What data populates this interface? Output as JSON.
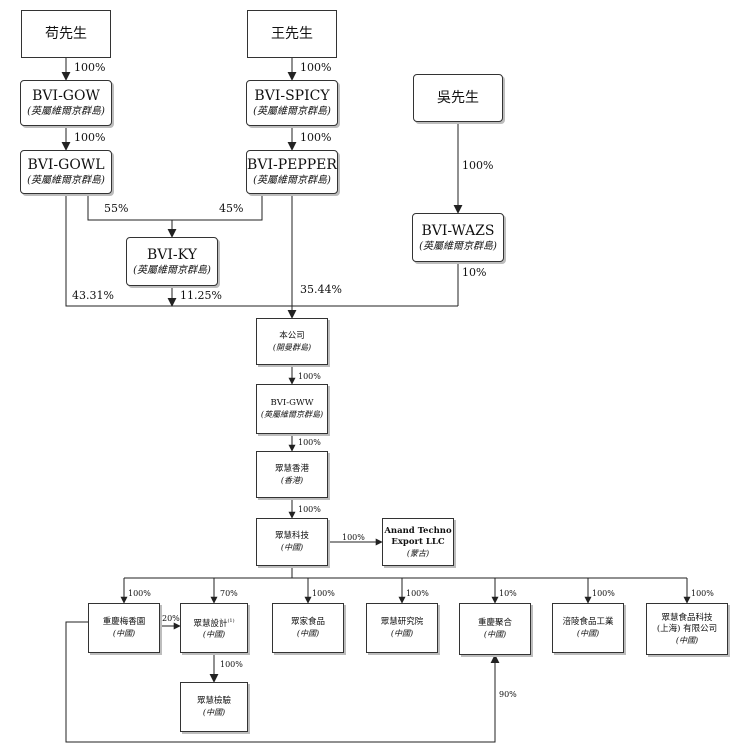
{
  "owners": {
    "gou": {
      "name": "苟先生"
    },
    "wang": {
      "name": "王先生"
    },
    "wu": {
      "name": "吳先生"
    }
  },
  "holdcos": {
    "bvi_gow": {
      "name": "BVI-GOW",
      "jurisdiction": "(英屬維爾京群島)"
    },
    "bvi_spicy": {
      "name": "BVI-SPICY",
      "jurisdiction": "(英屬維爾京群島)"
    },
    "bvi_gowl": {
      "name": "BVI-GOWL",
      "jurisdiction": "(英屬維爾京群島)"
    },
    "bvi_pepper": {
      "name": "BVI-PEPPER",
      "jurisdiction": "(英屬維爾京群島)"
    },
    "bvi_ky": {
      "name": "BVI-KY",
      "jurisdiction": "(英屬維爾京群島)"
    },
    "bvi_wazs": {
      "name": "BVI-WAZS",
      "jurisdiction": "(英屬維爾京群島)"
    }
  },
  "group": {
    "company": {
      "name": "本公司",
      "jurisdiction": "(開曼群島)"
    },
    "bvi_gww": {
      "name": "BVI-GWW",
      "jurisdiction": "(英屬維爾京群島)"
    },
    "hk": {
      "name": "眾慧香港",
      "jurisdiction": "(香港)"
    },
    "tech": {
      "name": "眾慧科技",
      "jurisdiction": "(中國)"
    },
    "anand": {
      "name_line1": "Anand Techno",
      "name_line2": "Export LLC",
      "jurisdiction": "(蒙古)"
    }
  },
  "subsidiaries": {
    "meixiang": {
      "name": "重慶梅香園",
      "jurisdiction": "(中國)"
    },
    "design": {
      "name": "眾慧設計",
      "note": "(1)",
      "jurisdiction": "(中國)"
    },
    "jiaxiang": {
      "name": "眾家食品",
      "jurisdiction": "(中國)"
    },
    "research": {
      "name": "眾慧研究院",
      "jurisdiction": "(中國)"
    },
    "juhe": {
      "name": "重慶聚合",
      "jurisdiction": "(中國)"
    },
    "fuling": {
      "name": "涪陵食品工業",
      "jurisdiction": "(中國)"
    },
    "shanghai": {
      "name_line1": "眾慧食品科技",
      "name_line2": "(上海) 有限公司",
      "jurisdiction": "(中國)"
    },
    "testing": {
      "name": "眾慧檢驗",
      "jurisdiction": "(中國)"
    }
  },
  "percents": {
    "gou_gow": "100%",
    "wang_spicy": "100%",
    "gow_gowl": "100%",
    "spicy_pepper": "100%",
    "gowl_ky": "55%",
    "pepper_ky": "45%",
    "wu_wazs": "100%",
    "gowl_co": "43.31%",
    "ky_co": "11.25%",
    "pepper_co": "35.44%",
    "wazs_co": "10%",
    "co_gww": "100%",
    "gww_hk": "100%",
    "hk_tech": "100%",
    "tech_anand": "100%",
    "tech_meixiang": "100%",
    "tech_design": "70%",
    "meixiang_design": "20%",
    "tech_jiaxiang": "100%",
    "tech_research": "100%",
    "tech_juhe": "10%",
    "tech_fuling": "100%",
    "tech_shanghai": "100%",
    "design_testing": "100%",
    "meixiang_juhe": "90%"
  }
}
